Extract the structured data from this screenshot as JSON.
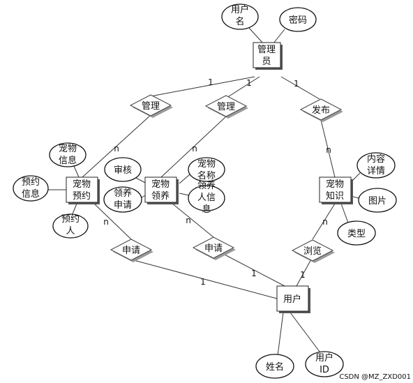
{
  "entities": {
    "admin": [
      "管理",
      "员"
    ],
    "pet_reservation": [
      "宠物",
      "预约"
    ],
    "pet_adoption": [
      "宠物",
      "领养"
    ],
    "pet_knowledge": [
      "宠物",
      "知识"
    ],
    "user": [
      "用户"
    ]
  },
  "attributes": {
    "admin_username": [
      "用户",
      "名"
    ],
    "admin_password": [
      "密码"
    ],
    "reservation_pet_info": [
      "宠物",
      "信息"
    ],
    "reservation_info": [
      "预约",
      "信息"
    ],
    "reservation_person": [
      "预约",
      "人"
    ],
    "adoption_review": [
      "审核"
    ],
    "adoption_application": [
      "领养",
      "申请"
    ],
    "adoption_pet_name": [
      "宠物",
      "名称"
    ],
    "adoption_person_info": [
      "领养",
      "人信",
      "息"
    ],
    "knowledge_content": [
      "内容",
      "详情"
    ],
    "knowledge_image": [
      "图片"
    ],
    "knowledge_type": [
      "类型"
    ],
    "user_name": [
      "姓名"
    ],
    "user_id": [
      "用户",
      "ID"
    ]
  },
  "relationships": {
    "manage_reservation": "管理",
    "manage_adoption": "管理",
    "publish": "发布",
    "apply_reservation": "申请",
    "apply_adoption": "申请",
    "browse": "浏览"
  },
  "cardinalities": {
    "admin_manage_reservation": "1",
    "admin_manage_adoption": "1",
    "admin_publish": "1",
    "reservation_manage": "n",
    "adoption_manage": "n",
    "knowledge_publish": "n",
    "reservation_apply": "n",
    "adoption_apply": "n",
    "knowledge_browse": "n",
    "user_apply_reservation": "1",
    "user_apply_adoption": "1",
    "user_browse": "1"
  },
  "watermark": "CSDN @MZ_ZXD001"
}
